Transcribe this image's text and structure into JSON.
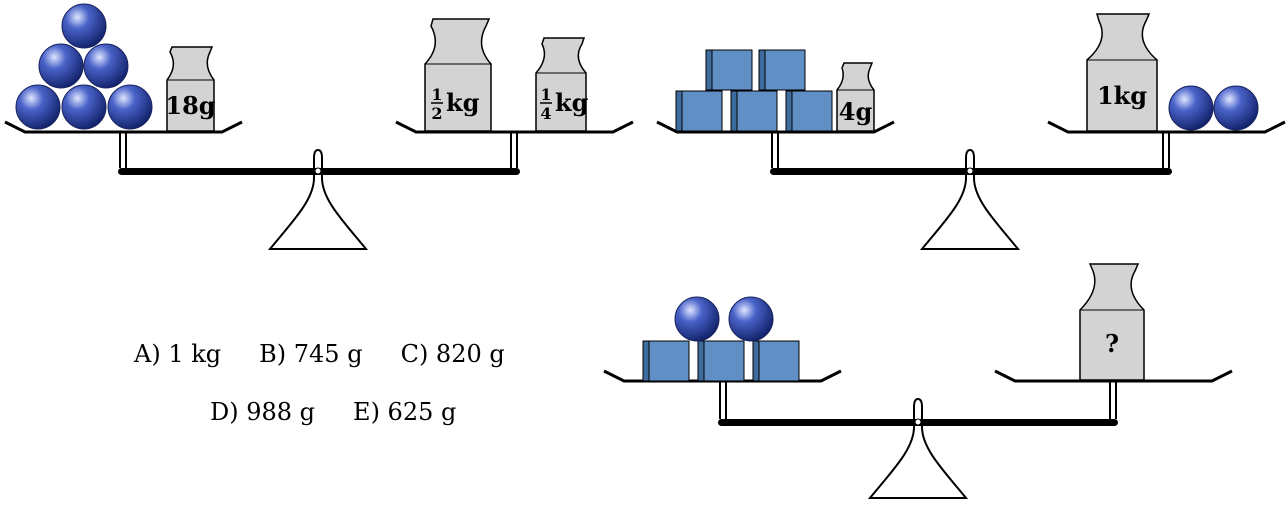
{
  "scales": [
    {
      "id": "top-left",
      "left_pan": {
        "balls": 6,
        "weight_label": "18g"
      },
      "right_pan": {
        "weights": [
          {
            "num": "1",
            "den": "2",
            "unit": "kg"
          },
          {
            "num": "1",
            "den": "4",
            "unit": "kg"
          }
        ]
      }
    },
    {
      "id": "top-right",
      "left_pan": {
        "cubes": 5,
        "weight_label": "4g"
      },
      "right_pan": {
        "weight_label": "1kg",
        "balls": 2
      }
    },
    {
      "id": "bottom",
      "left_pan": {
        "cubes": 3,
        "balls": 2
      },
      "right_pan": {
        "weight_label": "?"
      }
    }
  ],
  "options": {
    "a": "A) 1 kg",
    "b": "B) 745 g",
    "c": "C) 820 g",
    "d": "D) 988 g",
    "e": "E) 625 g"
  },
  "colors": {
    "ball": "#2b3f9e",
    "cube": "#5f8fc4",
    "weight": "#d3d3d3"
  }
}
